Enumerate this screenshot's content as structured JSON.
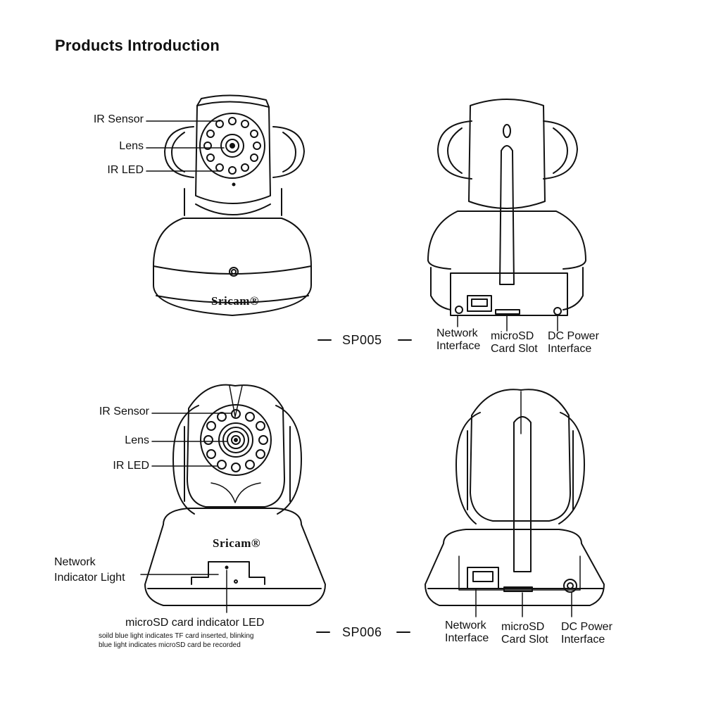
{
  "title": "Products Introduction",
  "brand": "Sricam®",
  "sp005": {
    "model": "SP005",
    "front_labels": {
      "ir_sensor": "IR Sensor",
      "lens": "Lens",
      "ir_led": "IR LED"
    },
    "back_labels": {
      "network": [
        "Network",
        "Interface"
      ],
      "microsd": [
        "microSD",
        "Card Slot"
      ],
      "dc": [
        "DC Power",
        "Interface"
      ]
    }
  },
  "sp006": {
    "model": "SP006",
    "front_labels": {
      "ir_sensor": "IR Sensor",
      "lens": "Lens",
      "ir_led": "IR LED",
      "network_light": [
        "Network",
        "Indicator Light"
      ],
      "microsd_led": "microSD card indicator LED",
      "microsd_note": [
        "soild blue light indicates TF card inserted, blinking",
        "blue light indicates microSD card be recorded"
      ]
    },
    "back_labels": {
      "network": [
        "Network",
        "Interface"
      ],
      "microsd": [
        "microSD",
        "Card Slot"
      ],
      "dc": [
        "DC Power",
        "Interface"
      ]
    }
  }
}
